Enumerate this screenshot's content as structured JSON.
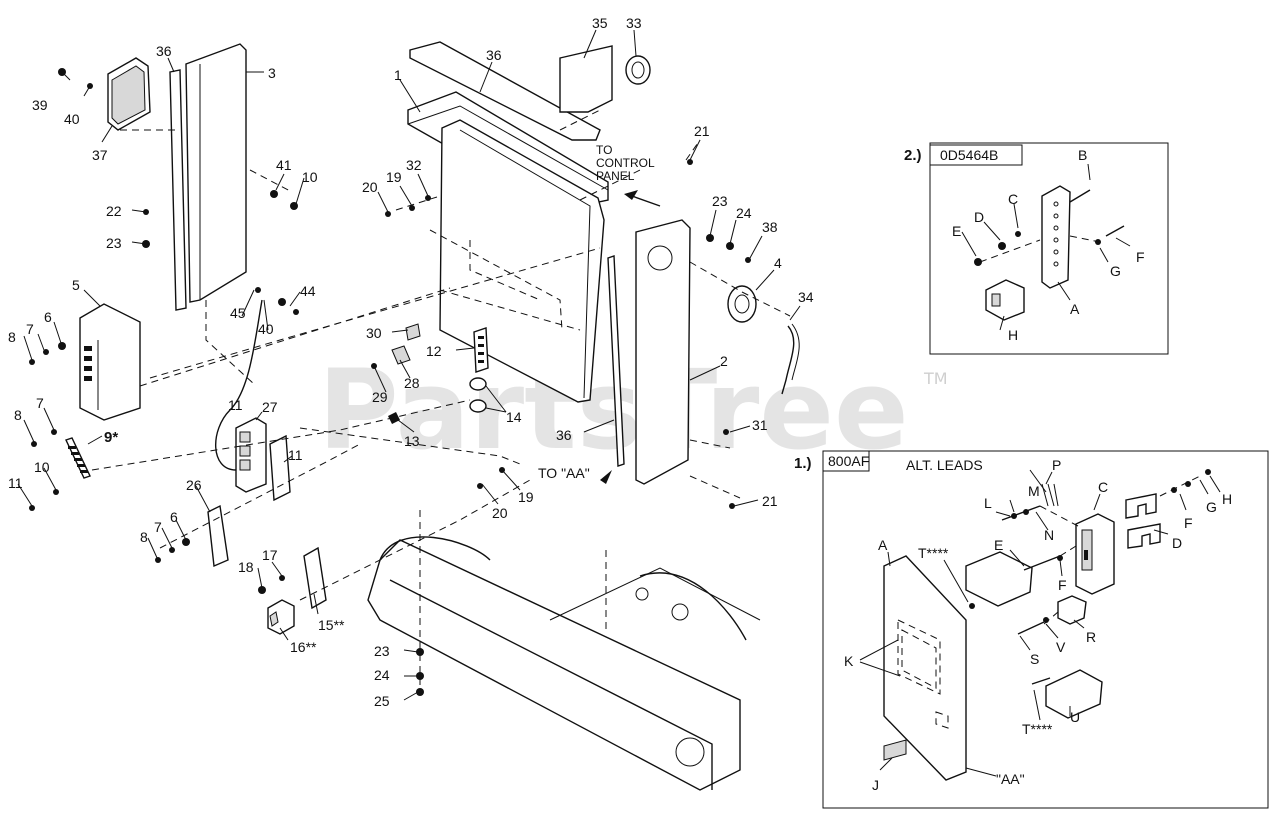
{
  "watermark": {
    "text": "PartsTree",
    "tm": "TM"
  },
  "notes": {
    "to_control_panel": [
      "TO",
      "CONTROL",
      "PANEL"
    ],
    "to_aa": "TO \"AA\"",
    "aa": "\"AA\""
  },
  "inset1": {
    "number": "1.)",
    "code": "800AF",
    "alt_leads": "ALT. LEADS"
  },
  "inset2": {
    "number": "2.)",
    "code": "0D5464B"
  },
  "callouts": {
    "main": [
      "39",
      "40",
      "37",
      "36",
      "3",
      "41",
      "10",
      "22",
      "23",
      "5",
      "8",
      "7",
      "6",
      "8",
      "7",
      "9*",
      "11",
      "10",
      "11",
      "45",
      "40",
      "44",
      "27",
      "11",
      "26",
      "8",
      "7",
      "6",
      "18",
      "17",
      "15**",
      "16**",
      "1",
      "36",
      "35",
      "33",
      "20",
      "19",
      "32",
      "30",
      "12",
      "29",
      "28",
      "14",
      "13",
      "20",
      "19",
      "21",
      "23",
      "24",
      "38",
      "4",
      "34",
      "2",
      "36",
      "31",
      "21",
      "23",
      "24",
      "25"
    ],
    "inset2": [
      "B",
      "C",
      "D",
      "E",
      "F",
      "G",
      "H",
      "A"
    ],
    "inset1": [
      "M",
      "P",
      "L",
      "C",
      "N",
      "E",
      "G",
      "H",
      "F",
      "D",
      "A",
      "T****",
      "F",
      "K",
      "R",
      "S",
      "V",
      "T****",
      "U",
      "J"
    ]
  }
}
